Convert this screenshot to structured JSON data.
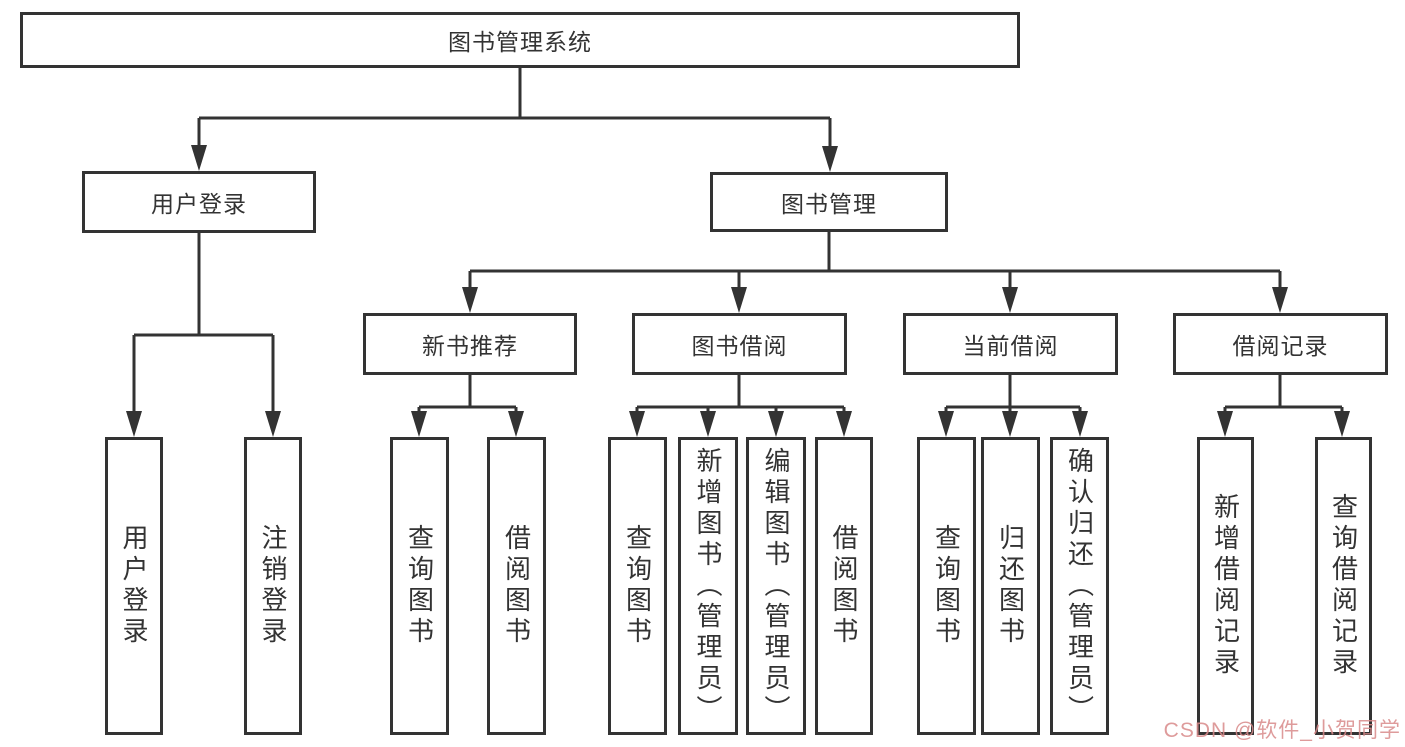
{
  "tree": {
    "label": "图书管理系统",
    "children": [
      {
        "label": "用户登录",
        "children": [
          {
            "label": "用户登录"
          },
          {
            "label": "注销登录"
          }
        ]
      },
      {
        "label": "图书管理",
        "children": [
          {
            "label": "新书推荐",
            "children": [
              {
                "label": "查询图书"
              },
              {
                "label": "借阅图书"
              }
            ]
          },
          {
            "label": "图书借阅",
            "children": [
              {
                "label": "查询图书"
              },
              {
                "label": "新增图书（管理员）"
              },
              {
                "label": "编辑图书（管理员）"
              },
              {
                "label": "借阅图书"
              }
            ]
          },
          {
            "label": "当前借阅",
            "children": [
              {
                "label": "查询图书"
              },
              {
                "label": "归还图书"
              },
              {
                "label": "确认归还（管理员）"
              }
            ]
          },
          {
            "label": "借阅记录",
            "children": [
              {
                "label": "新增借阅记录"
              },
              {
                "label": "查询借阅记录"
              }
            ]
          }
        ]
      }
    ]
  },
  "watermark": {
    "text": "CSDN @软件_小贺同学",
    "color": "#d98a8a"
  },
  "colors": {
    "line": "#333333",
    "text": "#333333",
    "background": "#ffffff"
  }
}
